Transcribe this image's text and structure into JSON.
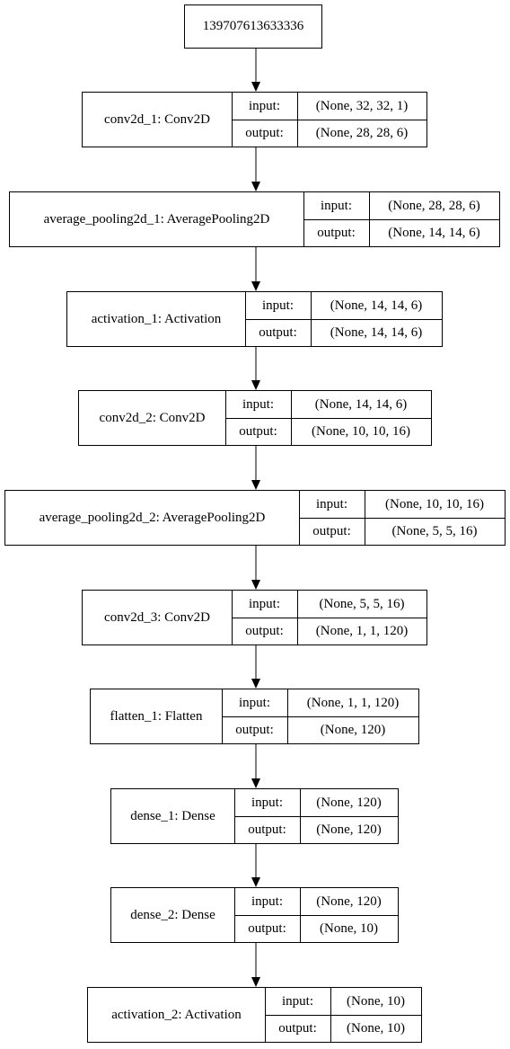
{
  "root": {
    "label": "139707613633336"
  },
  "port_labels": {
    "input": "input:",
    "output": "output:"
  },
  "layers": [
    {
      "name": "conv2d_1: Conv2D",
      "input": "(None, 32, 32, 1)",
      "output": "(None, 28, 28, 6)"
    },
    {
      "name": "average_pooling2d_1: AveragePooling2D",
      "input": "(None, 28, 28, 6)",
      "output": "(None, 14, 14, 6)"
    },
    {
      "name": "activation_1: Activation",
      "input": "(None, 14, 14, 6)",
      "output": "(None, 14, 14, 6)"
    },
    {
      "name": "conv2d_2: Conv2D",
      "input": "(None, 14, 14, 6)",
      "output": "(None, 10, 10, 16)"
    },
    {
      "name": "average_pooling2d_2: AveragePooling2D",
      "input": "(None, 10, 10, 16)",
      "output": "(None, 5, 5, 16)"
    },
    {
      "name": "conv2d_3: Conv2D",
      "input": "(None, 5, 5, 16)",
      "output": "(None, 1, 1, 120)"
    },
    {
      "name": "flatten_1: Flatten",
      "input": "(None, 1, 1, 120)",
      "output": "(None, 120)"
    },
    {
      "name": "dense_1: Dense",
      "input": "(None, 120)",
      "output": "(None, 120)"
    },
    {
      "name": "dense_2: Dense",
      "input": "(None, 120)",
      "output": "(None, 10)"
    },
    {
      "name": "activation_2: Activation",
      "input": "(None, 10)",
      "output": "(None, 10)"
    }
  ]
}
